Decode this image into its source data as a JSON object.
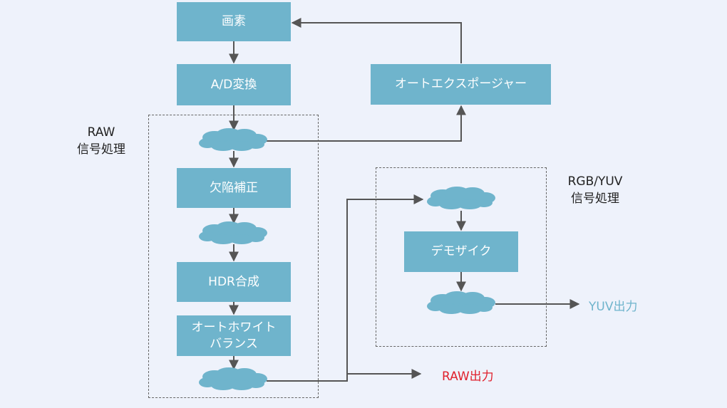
{
  "nodes": {
    "pixel": "画素",
    "adc": "A/D変換",
    "auto_exposure": "オートエクスポージャー",
    "defect_correction": "欠陥補正",
    "hdr": "HDR合成",
    "awb": "オートホワイト\nバランス",
    "demosaic": "デモザイク"
  },
  "groups": {
    "raw_label": "RAW\n信号処理",
    "rgb_label": "RGB/YUV\n信号処理"
  },
  "outputs": {
    "raw": "RAW出力",
    "yuv": "YUV出力"
  },
  "colors": {
    "box": "#6fb4cc",
    "cloud": "#6fb4cc",
    "arrow": "#555555",
    "raw_output": "#e0202c",
    "yuv_output": "#6fb4cc"
  }
}
